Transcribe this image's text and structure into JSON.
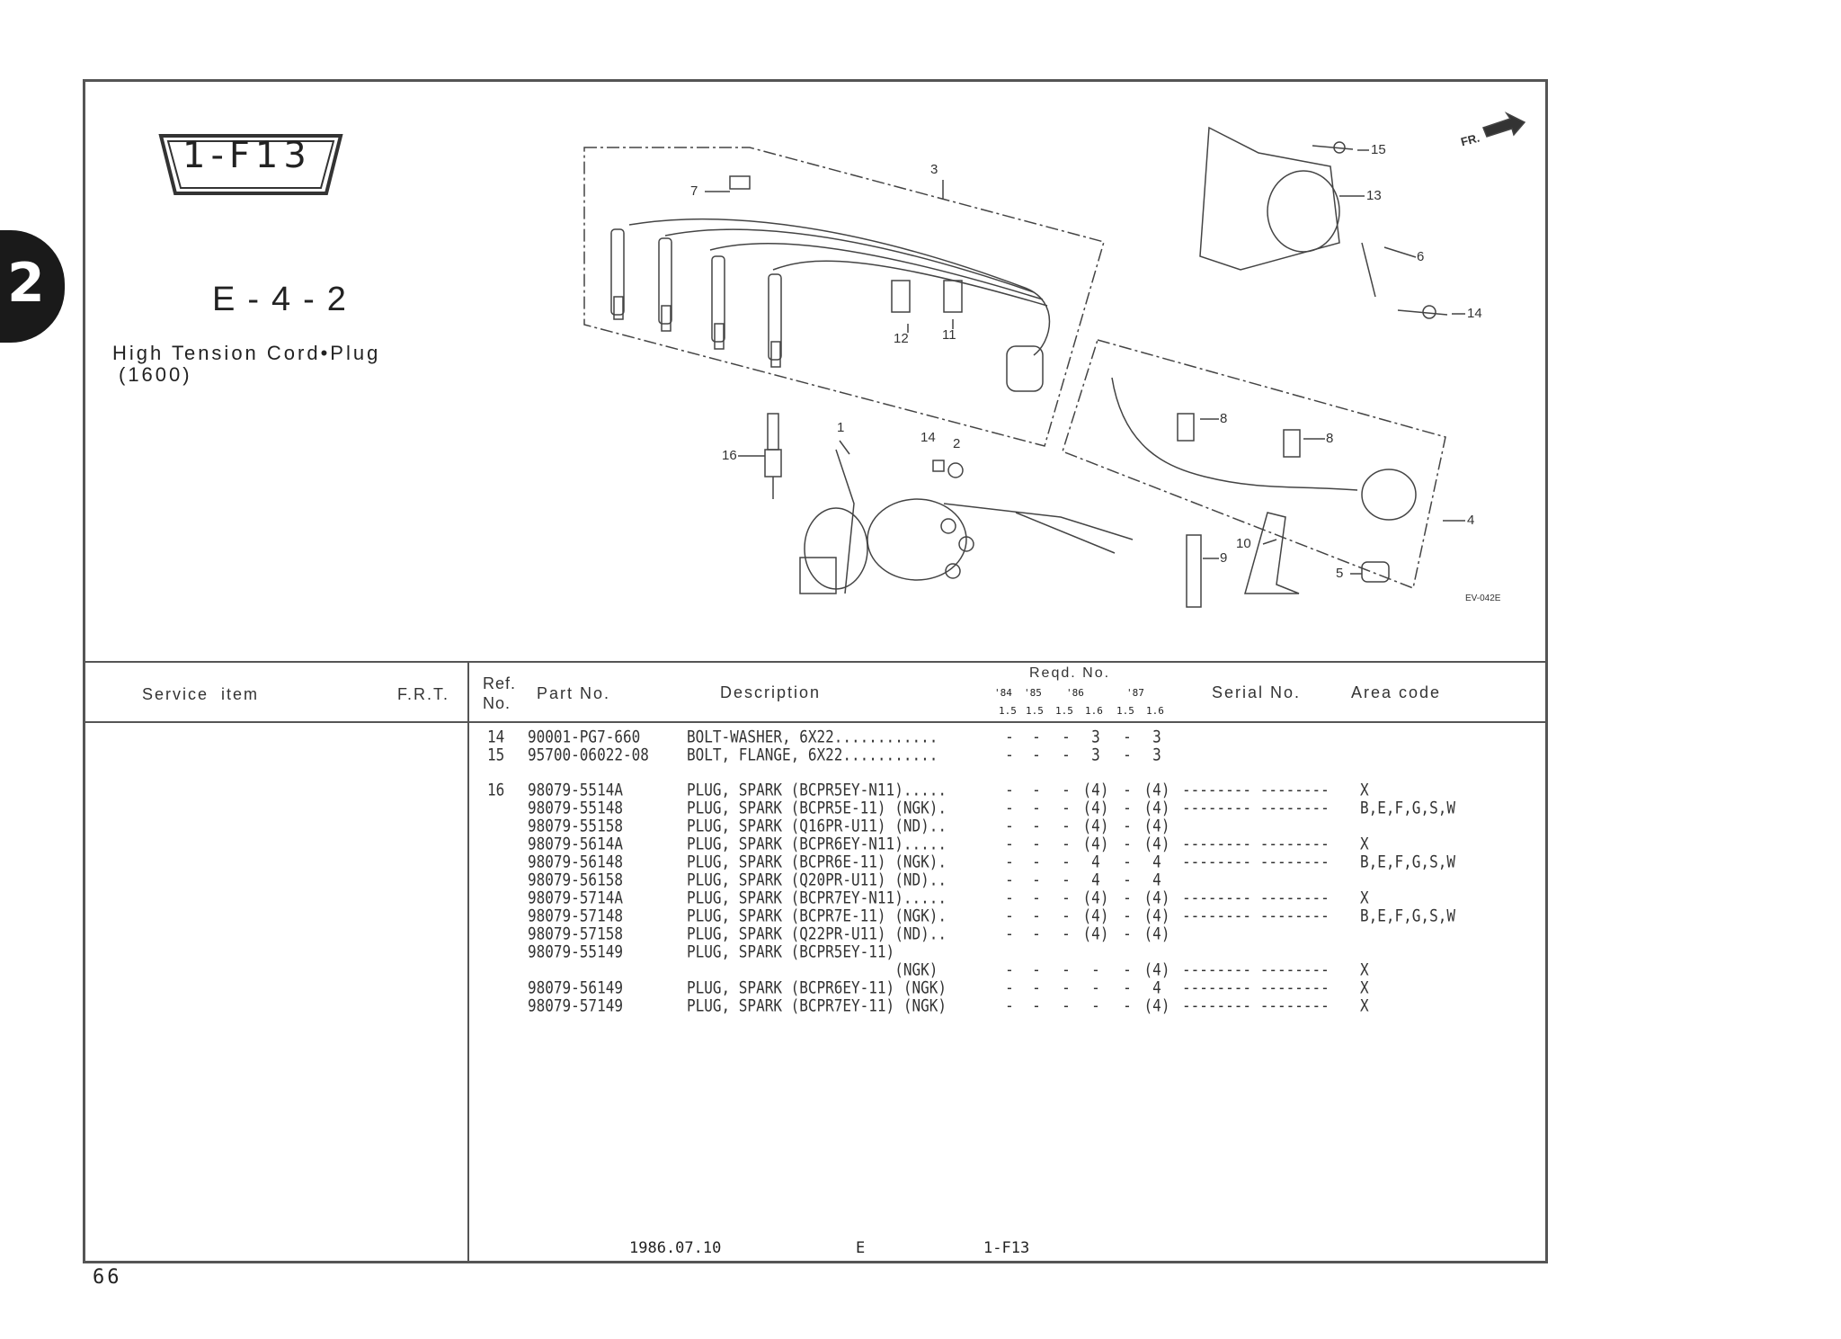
{
  "side_tab": "2",
  "badge": "1-F13",
  "group_code": "E-4-2",
  "title_line1": "High Tension Cord•Plug",
  "title_line2": "(1600)",
  "page_number": "66",
  "diagram": {
    "labels": [
      "7",
      "3",
      "12",
      "11",
      "1",
      "14",
      "2",
      "16",
      "15",
      "13",
      "6",
      "14",
      "8",
      "8",
      "4",
      "9",
      "10",
      "5"
    ],
    "direction_mark": "FR.",
    "illustration_code": "EV-042E"
  },
  "table_header": {
    "service_item": "Service  item",
    "frt": "F.R.T.",
    "ref_no_1": "Ref.",
    "ref_no_2": "No.",
    "part_no": "Part No.",
    "description": "Description",
    "reqd_no": "Reqd. No.",
    "years": [
      "'84",
      "'85",
      "'86",
      "'87"
    ],
    "engines": [
      "1.5",
      "1.5",
      "1.5",
      "1.6",
      "1.5",
      "1.6"
    ],
    "serial_no": "Serial No.",
    "area_code": "Area code"
  },
  "rows": [
    {
      "ref": "14",
      "part": "90001-PG7-660",
      "desc": "BOLT-WASHER, 6X22............",
      "reqd": [
        "-",
        "-",
        "-",
        "3",
        "-",
        "3"
      ],
      "serial": "",
      "area": ""
    },
    {
      "ref": "15",
      "part": "95700-06022-08",
      "desc": "BOLT, FLANGE, 6X22...........",
      "reqd": [
        "-",
        "-",
        "-",
        "3",
        "-",
        "3"
      ],
      "serial": "",
      "area": ""
    },
    {
      "ref": "16",
      "part": "98079-5514A",
      "desc": "PLUG, SPARK (BCPR5EY-N11).....",
      "reqd": [
        "-",
        "-",
        "-",
        "(4)",
        "-",
        "(4)"
      ],
      "serial": "-------- --------",
      "area": "X"
    },
    {
      "ref": "",
      "part": "98079-55148",
      "desc": "PLUG, SPARK (BCPR5E-11) (NGK).",
      "reqd": [
        "-",
        "-",
        "-",
        "(4)",
        "-",
        "(4)"
      ],
      "serial": "-------- --------",
      "area": "B,E,F,G,S,W"
    },
    {
      "ref": "",
      "part": "98079-55158",
      "desc": "PLUG, SPARK (Q16PR-U11) (ND)..",
      "reqd": [
        "-",
        "-",
        "-",
        "(4)",
        "-",
        "(4)"
      ],
      "serial": "",
      "area": ""
    },
    {
      "ref": "",
      "part": "98079-5614A",
      "desc": "PLUG, SPARK (BCPR6EY-N11).....",
      "reqd": [
        "-",
        "-",
        "-",
        "(4)",
        "-",
        "(4)"
      ],
      "serial": "-------- --------",
      "area": "X"
    },
    {
      "ref": "",
      "part": "98079-56148",
      "desc": "PLUG, SPARK (BCPR6E-11) (NGK).",
      "reqd": [
        "-",
        "-",
        "-",
        "4",
        "-",
        "4"
      ],
      "serial": "-------- --------",
      "area": "B,E,F,G,S,W"
    },
    {
      "ref": "",
      "part": "98079-56158",
      "desc": "PLUG, SPARK (Q20PR-U11) (ND)..",
      "reqd": [
        "-",
        "-",
        "-",
        "4",
        "-",
        "4"
      ],
      "serial": "",
      "area": ""
    },
    {
      "ref": "",
      "part": "98079-5714A",
      "desc": "PLUG, SPARK (BCPR7EY-N11).....",
      "reqd": [
        "-",
        "-",
        "-",
        "(4)",
        "-",
        "(4)"
      ],
      "serial": "-------- --------",
      "area": "X"
    },
    {
      "ref": "",
      "part": "98079-57148",
      "desc": "PLUG, SPARK (BCPR7E-11) (NGK).",
      "reqd": [
        "-",
        "-",
        "-",
        "(4)",
        "-",
        "(4)"
      ],
      "serial": "-------- --------",
      "area": "B,E,F,G,S,W"
    },
    {
      "ref": "",
      "part": "98079-57158",
      "desc": "PLUG, SPARK (Q22PR-U11) (ND)..",
      "reqd": [
        "-",
        "-",
        "-",
        "(4)",
        "-",
        "(4)"
      ],
      "serial": "",
      "area": ""
    },
    {
      "ref": "",
      "part": "98079-55149",
      "desc": "PLUG, SPARK (BCPR5EY-11)",
      "reqd": [
        "",
        "",
        "",
        "",
        "",
        ""
      ],
      "serial": "",
      "area": ""
    },
    {
      "ref": "",
      "part": "",
      "desc": "                        (NGK)",
      "reqd": [
        "-",
        "-",
        "-",
        "-",
        "-",
        "(4)"
      ],
      "serial": "-------- --------",
      "area": "X"
    },
    {
      "ref": "",
      "part": "98079-56149",
      "desc": "PLUG, SPARK (BCPR6EY-11) (NGK)",
      "reqd": [
        "-",
        "-",
        "-",
        "-",
        "-",
        "4"
      ],
      "serial": "-------- --------",
      "area": "X"
    },
    {
      "ref": "",
      "part": "98079-57149",
      "desc": "PLUG, SPARK (BCPR7EY-11) (NGK)",
      "reqd": [
        "-",
        "-",
        "-",
        "-",
        "-",
        "(4)"
      ],
      "serial": "-------- --------",
      "area": "X"
    }
  ],
  "footer": {
    "date": "1986.07.10",
    "code": "E",
    "page_ref": "1-F13"
  }
}
